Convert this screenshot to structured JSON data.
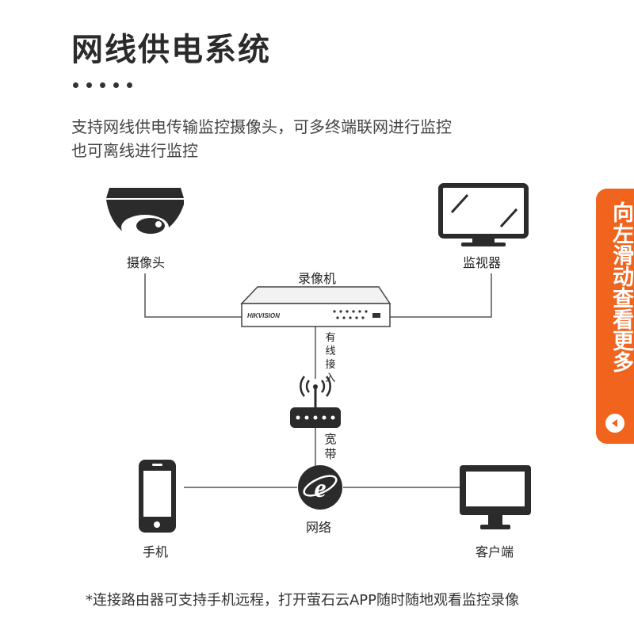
{
  "title": "网线供电系统",
  "description": {
    "line1": "支持网线供电传输监控摄像头，可多终端联网进行监控",
    "line2": "也可离线进行监控"
  },
  "nodes": {
    "camera": "摄像头",
    "monitor": "监视器",
    "nvr": "录像机",
    "nvr_brand": "HIKVISION",
    "router": "",
    "network": "网络",
    "phone": "手机",
    "client": "客户端"
  },
  "edges": {
    "wired": "有线接入",
    "broadband": "宽带"
  },
  "footer": "*连接路由器可支持手机远程，打开萤石云APP随时随地观看监控录像",
  "side_tab": {
    "text": "向左滑动查看更多",
    "arrow_icon": "left-arrow-icon"
  },
  "colors": {
    "accent": "#f0641e",
    "icon": "#2b2b2b",
    "line": "#555555"
  }
}
